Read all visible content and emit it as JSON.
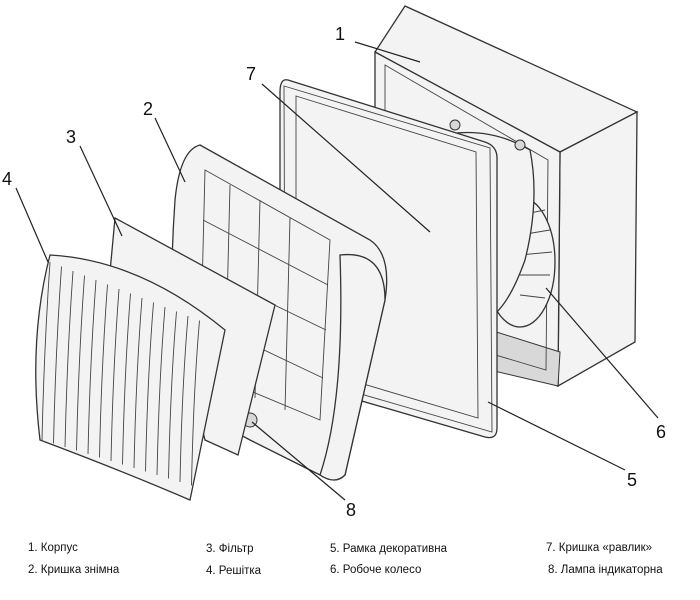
{
  "callouts": [
    "1",
    "2",
    "3",
    "4",
    "5",
    "6",
    "7",
    "8"
  ],
  "legend": [
    "1. Корпус",
    "2. Кришка знімна",
    "3. Фільтр",
    "4. Решітка",
    "5. Рамка декоративна",
    "6. Робоче колесо",
    "7. Кришка «равлик»",
    "8. Лампа індикаторна"
  ]
}
